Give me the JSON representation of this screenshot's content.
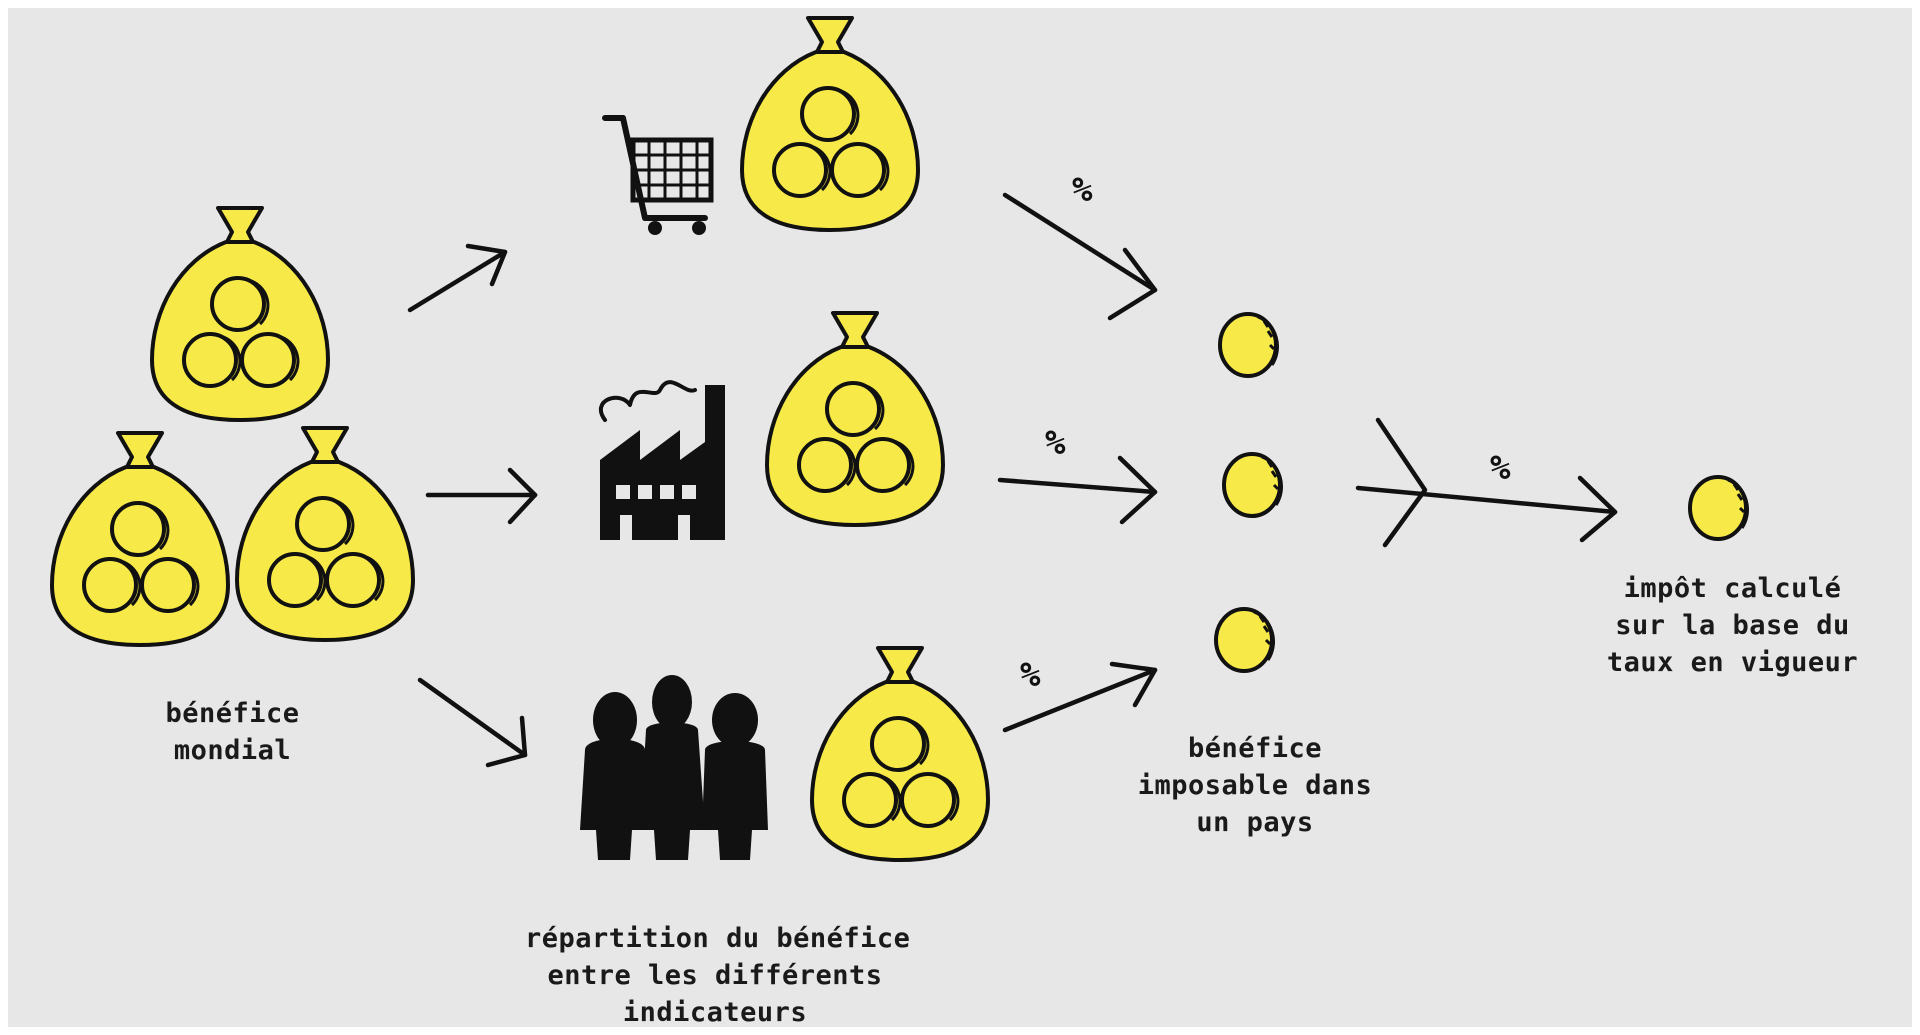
{
  "colors": {
    "yellow": "#f7ea48",
    "ink": "#111111",
    "background": "#e7e7e7"
  },
  "icons": {
    "cart": "shopping-cart-icon",
    "factory": "factory-icon",
    "people": "people-icon",
    "money_bag": "money-bag-icon",
    "coin": "coin-icon"
  },
  "labels": {
    "global_profit": [
      "bénéfice",
      "mondial"
    ],
    "distribution": [
      "répartition du bénéfice",
      "entre les différents",
      "indicateurs"
    ],
    "taxable_profit": [
      "bénéfice",
      "imposable dans",
      "un pays"
    ],
    "tax_computed": [
      "impôt calculé",
      "sur la base du",
      "taux en vigueur"
    ],
    "percent_top": "%",
    "percent_middle": "%",
    "percent_bottom": "%",
    "percent_final": "%"
  }
}
